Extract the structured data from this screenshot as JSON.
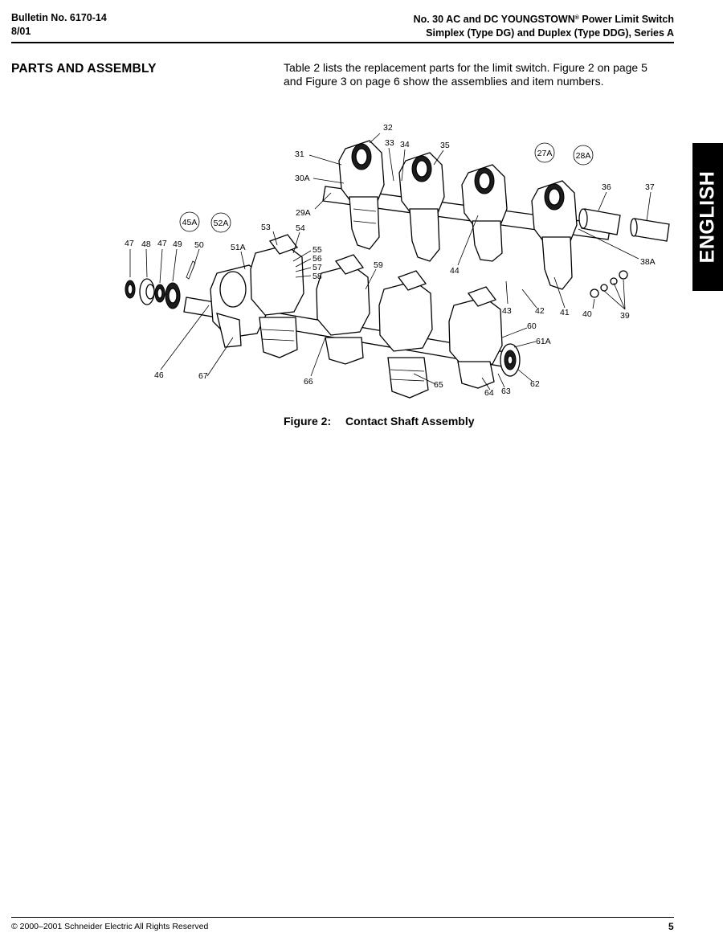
{
  "header": {
    "bulletin": "Bulletin No. 6170-14",
    "date": "8/01",
    "title_line1_pre": "No. 30 AC and DC YOUNGSTOWN",
    "title_line1_mark": "®",
    "title_line1_post": " Power Limit Switch",
    "title_line2": "Simplex (Type DG) and Duplex (Type DDG), Series A"
  },
  "section": {
    "title": "PARTS AND ASSEMBLY",
    "intro": "Table 2 lists the replacement parts for the limit switch. Figure 2 on page 5 and Figure 3 on page 6 show the assemblies and item numbers."
  },
  "side_tab": {
    "label": "ENGLISH"
  },
  "figure": {
    "number": "Figure 2:",
    "caption": "Contact Shaft Assembly",
    "callouts": [
      "32",
      "33",
      "34",
      "35",
      "31",
      "30A",
      "29A",
      "36",
      "37",
      "38A",
      "53",
      "54",
      "55",
      "56",
      "57",
      "58",
      "51A",
      "59",
      "44",
      "43",
      "42",
      "41",
      "40",
      "39",
      "47",
      "48",
      "47",
      "49",
      "50",
      "60",
      "61A",
      "46",
      "67",
      "66",
      "65",
      "64",
      "63",
      "62"
    ],
    "circled_callouts": [
      "27A",
      "28A",
      "45A",
      "52A"
    ]
  },
  "footer": {
    "copyright": "© 2000–2001 Schneider Electric  All Rights Reserved",
    "page": "5"
  }
}
